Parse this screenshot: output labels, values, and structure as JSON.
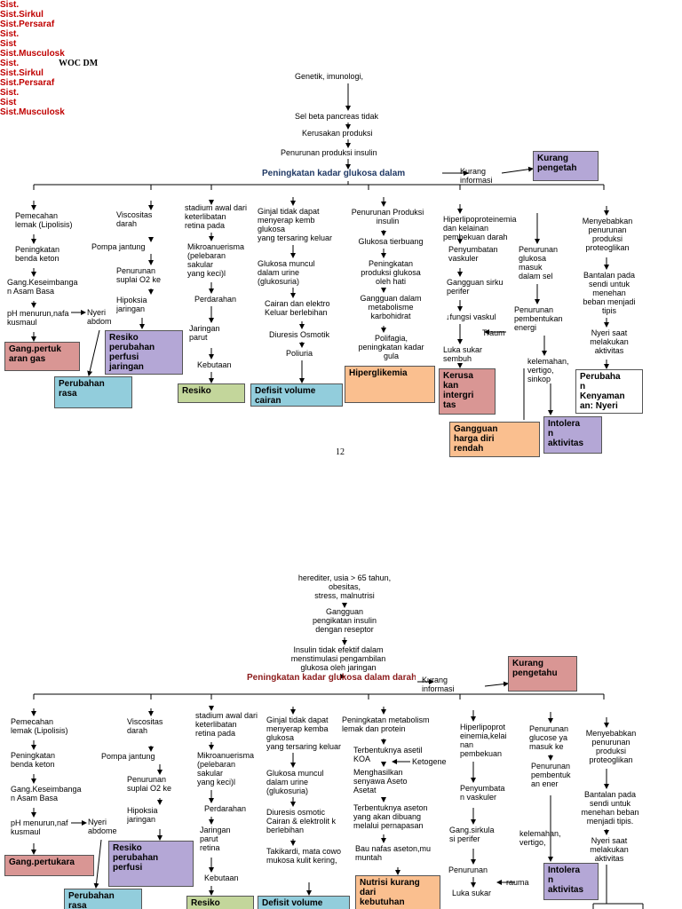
{
  "diagram_title": "WOC DM",
  "page_number": "12",
  "colors": {
    "header_red": "#c00000",
    "center_blue": "#1f3864",
    "box_pink": "#d99694",
    "box_purple": "#b4a7d6",
    "box_blue": "#92cddc",
    "box_green": "#c3d69b",
    "box_orange": "#fabf8f",
    "box_white": "#ffffff"
  },
  "page1": {
    "causes": [
      "Genetik, imunologi,",
      "Sel beta pancreas tidak",
      "Kerusakan produksi",
      "Penurunan produksi insulin"
    ],
    "center": "Peningkatan kadar glukosa dalam",
    "kurang_informasi": "Kurang\ninformasi",
    "kurang_pengetahuan": "Kurang\npengetah",
    "headers": [
      "Sist.",
      "Sist.Sirkul",
      "Sist.Persaraf",
      "Sist.",
      "Sist",
      "Sist.Musculosk"
    ],
    "col1": [
      "Pemecahan\nlemak (Lipolisis)",
      "Peningkatan\nbenda keton",
      "Gang.Keseimbanga\nn Asam Basa",
      "pH menurun,nafa\nkusmaul",
      "Nyeri\nabdom"
    ],
    "col2": [
      "Viscositas\ndarah",
      "Pompa jantung",
      "Penurunan\nsuplai O2  ke",
      "Hipoksia\njaringan"
    ],
    "col3": [
      "stadium awal dari\nketerlibatan\nretina pada",
      "Mikroanuerisma\n(pelebaran\nsakular\nyang keci)l",
      "Perdarahan",
      "Jaringan\nparut",
      "Kebutaan"
    ],
    "col4": [
      "Ginjal tidak dapat\nmenyerap kemb\nglukosa\nyang tersaring keluar",
      "Glukosa muncul\ndalam urine\n(glukosuria)",
      "Cairan dan elektro\nKeluar berlebihan",
      "Diuresis Osmotik",
      "Poliuria"
    ],
    "col5": [
      "Penurunan Produksi\ninsulin",
      "Glukosa tierbuang",
      "Peningkatan\nproduksi glukosa\noleh hati",
      "Gangguan dalam\nmetabolisme\nkarbohidrat",
      "Polifagia,\npeningkatan kadar\ngula"
    ],
    "col6": [
      "Hiperlipoproteinemia\ndan kelainan\npembekuan darah",
      "Penyumbatan\nvaskuler",
      "Gangguan sirku\nperifer",
      "↓fungsi vaskul",
      "Traum",
      "Luka sukar\nsembuh"
    ],
    "col7": [
      "Penurunan\nglukosa\nmasuk\ndalam sel",
      "Penurunan\npembentukan\nenergi",
      "kelemahan,\nvertigo,\nsinkop"
    ],
    "col8": [
      "Menyebabkan\npenurunan\nproduksi\nproteoglikan",
      "Bantalan pada\nsendi untuk\nmenehan\nbeban menjadi\ntipis",
      "Nyeri saat\nmelakukan\naktivitas"
    ],
    "boxes": [
      "Gang.pertuk\naran gas",
      "Perubahan\nrasa",
      "Resiko\nperubahan\nperfusi\njaringan",
      "Resiko",
      "Defisit volume\ncairan",
      "Hiperglikemia",
      "Kerusa\nkan\nintergri\ntas",
      "Gangguan\nharga diri\nrendah",
      "Intolera\nn\naktivitas",
      "Perubaha\nn\nKenyaman\nan: Nyeri"
    ]
  },
  "page2": {
    "causes": [
      "herediter, usia > 65 tahun,\nobesitas,\nstress, malnutrisi",
      "Gangguan\npengikatan insulin\ndengan reseptor",
      "Insulin tidak efektif dalam\nmenstimulasi pengambilan\nglukosa oleh jaringan"
    ],
    "center": "Peningkatan kadar glukosa dalam\ndarah",
    "kurang_informasi": "Kurang\ninformasi",
    "kurang_pengetahuan": "Kurang\npengetahu",
    "headers": [
      "Sist.",
      "Sist.Sirkul",
      "Sist.Persaraf",
      "Sist.",
      "Sist",
      "Sist.Musculosk"
    ],
    "col1": [
      "Pemecahan\nlemak (Lipolisis)",
      "Peningkatan\nbenda keton",
      "Gang.Keseimbanga\nn Asam Basa",
      "pH menurun,naf\nkusmaul",
      "Nyeri\nabdome"
    ],
    "col2": [
      "Viscositas\ndarah",
      "Pompa jantung",
      "Penurunan\nsuplai O2  ke",
      "Hipoksia\njaringan"
    ],
    "col3": [
      "stadium awal dari\nketerlibatan\nretina pada",
      "Mikroanuerisma\n(pelebaran\nsakular\nyang keci)l",
      "Perdarahan",
      "Jaringan\nparut\nretina",
      "Kebutaan"
    ],
    "col4": [
      "Ginjal tidak dapat\nmenyerap kemba\nglukosa\nyang tersaring keluar",
      "Glukosa muncul\ndalam urine\n(glukosuria)",
      "Diuresis osmotic\nCairan & elektrolit k\nberlebihan",
      "Takikardi, mata cowo\nmukosa kulit kering,"
    ],
    "col5": [
      "Peningkatan metabolism\nlemak dan protein",
      "Terbentuknya asetil\nKOA",
      "Ketogene",
      "Menghasilkan\nsenyawa Aseto\nAsetat",
      "Terbentuknya aseton\nyang akan dibuang\nmelalui pernapasan",
      "Bau nafas aseton,mu\nmuntah"
    ],
    "col6": [
      "Hiperlipoprot\neinemia,kelai\nnan\npembekuan",
      "Penyumbata\nn vaskuler",
      "Gang.sirkula\nsi perifer",
      "Penurunan",
      "rauma",
      "Luka sukar"
    ],
    "col7": [
      "Penurunan\nglucose ya\nmasuk ke",
      "Penurunan\npembentuk\nan ener",
      "kelemahan,\nvertigo,"
    ],
    "col8": [
      "Menyebabkan\npenurunan\nproduksi\nproteoglikan",
      "Bantalan pada\nsendi untuk\nmenehan beban\nmenjadi tipis.",
      "Nyeri saat\nmelakukan\naktivitas"
    ],
    "boxes": [
      "Gang.pertukara",
      "Perubahan\nrasa",
      "Resiko\nperubahan\nperfusi",
      "Resiko",
      "Defisit volume",
      "Nutrisi kurang\ndari\nkebutuhan",
      "Intolera\nn\naktivitas"
    ]
  }
}
